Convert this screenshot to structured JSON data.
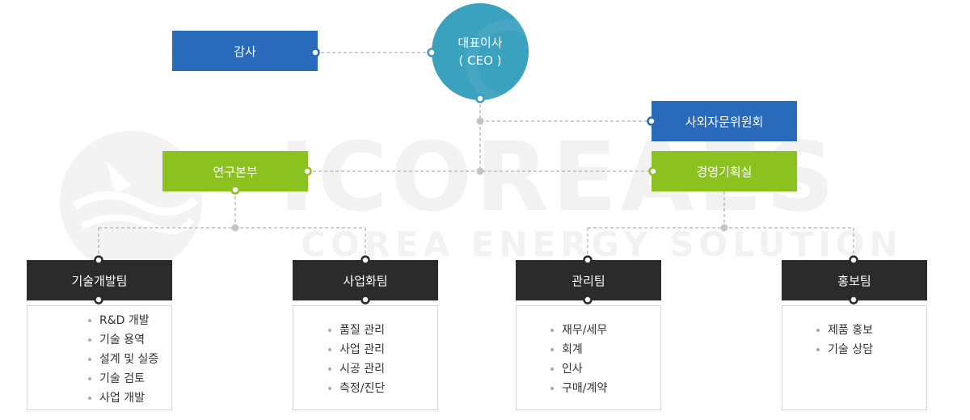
{
  "watermark": {
    "brand": "ICOREAES",
    "tagline": "COREA ENERGY SOLUTION"
  },
  "nodes": {
    "audit": "감사",
    "ceo_line1": "대표이사",
    "ceo_line2": "( CEO )",
    "advisory": "사외자문위원회",
    "research_hq": "연구본부",
    "management_planning": "경영기획실",
    "tech_dev_team": "기술개발팀",
    "business_team": "사업화팀",
    "admin_team": "관리팀",
    "pr_team": "홍보팀"
  },
  "duties": {
    "tech_dev_team": [
      "R&D 개발",
      "기술 용역",
      "설계 및 실증",
      "기술 검토",
      "사업 개발"
    ],
    "business_team": [
      "품질 관리",
      "사업 관리",
      "시공 관리",
      "측정/진단"
    ],
    "admin_team": [
      "재무/세무",
      "회계",
      "인사",
      "구매/계약"
    ],
    "pr_team": [
      "제품 홍보",
      "기술 상담"
    ]
  },
  "colors": {
    "blue": "#2a6abb",
    "green": "#8cc21f",
    "dark": "#2b2b2b",
    "ceo": "#3aa1be",
    "connector": "#bdbdbd"
  }
}
